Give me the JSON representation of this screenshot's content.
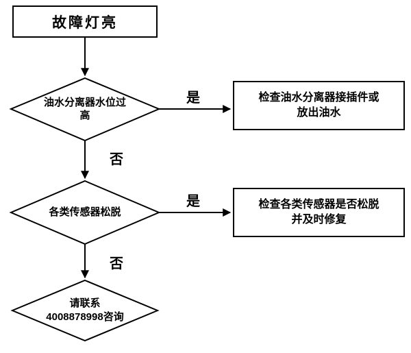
{
  "flowchart": {
    "start": {
      "label": "故障灯亮"
    },
    "decision1": {
      "line1": "油水分离器水位过",
      "line2": "高"
    },
    "action1": {
      "line1": "检查油水分离器接插件或",
      "line2": "放出油水"
    },
    "decision2": {
      "label": "各类传感器松脱"
    },
    "action2": {
      "line1": "检查各类传感器是否松脱",
      "line2": "并及时修复"
    },
    "end": {
      "line1": "请联系",
      "line2": "4008878998咨询"
    },
    "edges": {
      "decision1_yes": "是",
      "decision1_no": "否",
      "decision2_yes": "是",
      "decision2_no": "否"
    },
    "colors": {
      "stroke": "#000000",
      "fill": "#ffffff",
      "text": "#000000"
    }
  }
}
